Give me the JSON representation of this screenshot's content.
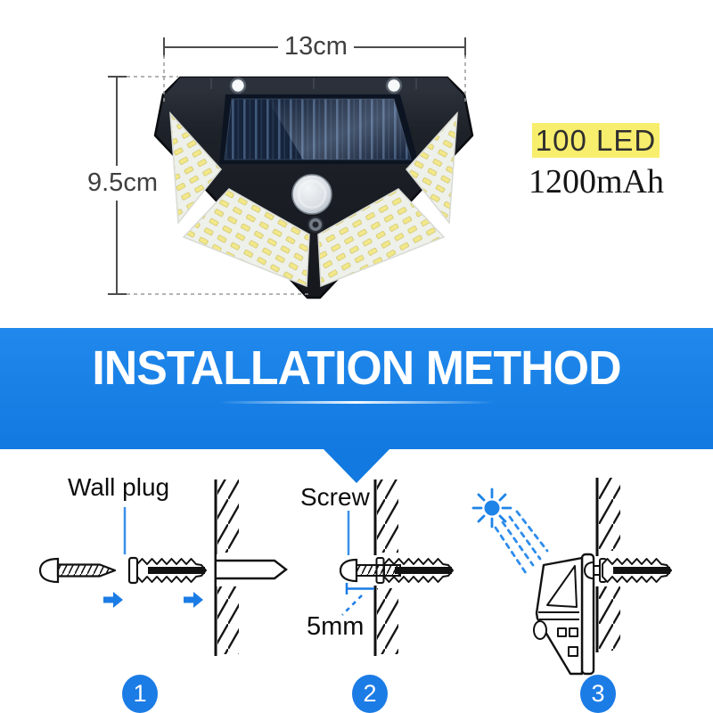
{
  "product_figure": {
    "dimension_width": "13cm",
    "dimension_height": "9.5cm",
    "led_badge": "100 LED",
    "battery_badge": "1200mAh"
  },
  "banner": {
    "title": "INSTALLATION METHOD"
  },
  "installation_steps": [
    {
      "number": "1",
      "label": "Wall plug",
      "icons": [
        "screw-icon",
        "wall-plug-icon",
        "drill-hole-icon",
        "arrow-right-icon"
      ]
    },
    {
      "number": "2",
      "label": "Screw",
      "annotation": "5mm",
      "icons": [
        "screw-in-wall-icon",
        "depth-measure-icon"
      ]
    },
    {
      "number": "3",
      "icons": [
        "sun-icon",
        "sunlight-rays-icon",
        "mounted-lamp-icon",
        "wall-plug-icon"
      ]
    }
  ],
  "colors": {
    "accent_blue": "#1c7ce6",
    "banner_blue_top": "#2189ec",
    "banner_blue_bottom": "#1179e0",
    "badge_yellow": "#f8ee6d",
    "line_black": "#111111"
  }
}
